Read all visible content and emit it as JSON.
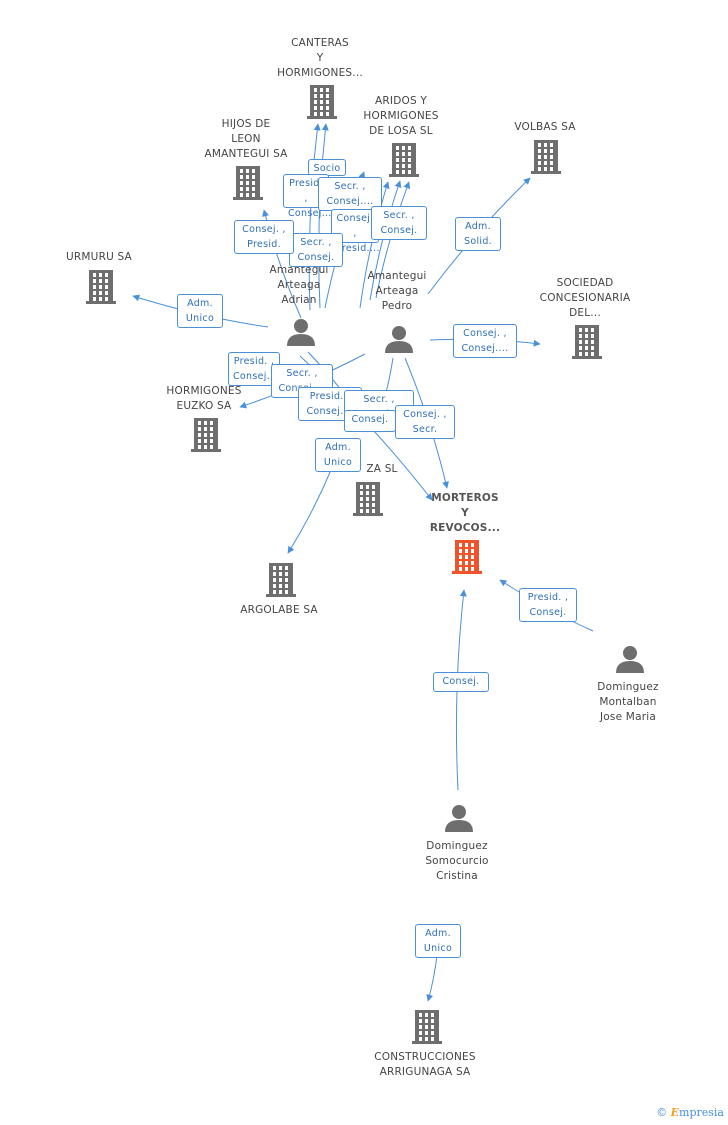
{
  "diagram": {
    "nodes": [
      {
        "id": "canteras",
        "type": "company",
        "label": "CANTERAS\nY\nHORMIGONES...",
        "focus": false
      },
      {
        "id": "hijos",
        "type": "company",
        "label": "HIJOS DE\nLEON\nAMANTEGUI SA",
        "focus": false
      },
      {
        "id": "aridos",
        "type": "company",
        "label": "ARIDOS Y\nHORMIGONES\nDE LOSA SL",
        "focus": false
      },
      {
        "id": "volbas",
        "type": "company",
        "label": "VOLBAS SA",
        "focus": false
      },
      {
        "id": "urmuru",
        "type": "company",
        "label": "URMURU SA",
        "focus": false
      },
      {
        "id": "sociedad",
        "type": "company",
        "label": "SOCIEDAD\nCONCESIONARIA\nDEL...",
        "focus": false
      },
      {
        "id": "hormeuzko",
        "type": "company",
        "label": "HORMIGONES\nEUZKO SA",
        "focus": false
      },
      {
        "id": "zasl",
        "type": "company",
        "label": "ZA SL",
        "focus": false
      },
      {
        "id": "morteros",
        "type": "company",
        "label": "MORTEROS\nY\nREVOCOS...",
        "focus": true
      },
      {
        "id": "argolabe",
        "type": "company",
        "label": "ARGOLABE SA",
        "focus": false
      },
      {
        "id": "construcciones",
        "type": "company",
        "label": "CONSTRUCCIONES\nARRIGUNAGA SA",
        "focus": false
      },
      {
        "id": "adrian",
        "type": "person",
        "label": "Amantegui\nArteaga\nAdrian",
        "focus": false
      },
      {
        "id": "pedro",
        "type": "person",
        "label": "Amantegui\nArteaga\nPedro",
        "focus": false
      },
      {
        "id": "montalban",
        "type": "person",
        "label": "Dominguez\nMontalban\nJose Maria",
        "focus": false
      },
      {
        "id": "cristina",
        "type": "person",
        "label": "Dominguez\nSomocurcio\nCristina",
        "focus": false
      }
    ],
    "relations": [
      {
        "id": "r1",
        "text": "Socio"
      },
      {
        "id": "r2",
        "text": "Presid. ,\nConsej...."
      },
      {
        "id": "r3",
        "text": "Secr. ,\nConsej...."
      },
      {
        "id": "r4",
        "text": "Consej. ,\nPresid...."
      },
      {
        "id": "r5",
        "text": "Secr. ,\nConsej."
      },
      {
        "id": "r6",
        "text": "Consej. ,\nPresid."
      },
      {
        "id": "r7",
        "text": "Secr. ,\nConsej."
      },
      {
        "id": "r8",
        "text": "Adm.\nSolid."
      },
      {
        "id": "r9",
        "text": "Adm.\nUnico"
      },
      {
        "id": "r10",
        "text": "Consej. ,\nConsej...."
      },
      {
        "id": "r11",
        "text": "Presid. ,\nConsej...."
      },
      {
        "id": "r12",
        "text": "Secr. ,\nConsej...."
      },
      {
        "id": "r13",
        "text": "Presid. ,\nConsej...."
      },
      {
        "id": "r14",
        "text": "Secr. ,\nConsej...."
      },
      {
        "id": "r15",
        "text": "Consej. ,\nSecr."
      },
      {
        "id": "r16",
        "text": "Consej."
      },
      {
        "id": "r17",
        "text": "Adm.\nUnico"
      },
      {
        "id": "r18",
        "text": "Presid. ,\nConsej."
      },
      {
        "id": "r19",
        "text": "Consej."
      },
      {
        "id": "r20",
        "text": "Adm.\nUnico"
      }
    ]
  },
  "colors": {
    "edge": "#4a90d9",
    "icon": "#6e6e6e",
    "focus_icon": "#f0522a",
    "label_border": "#4a90d9",
    "label_text": "#2f6fb8"
  },
  "icons": {
    "company": "building-icon",
    "person": "person-icon",
    "brand": "copyright-icon"
  },
  "brand": {
    "symbol": "©",
    "initial": "E",
    "rest": "mpresia"
  }
}
